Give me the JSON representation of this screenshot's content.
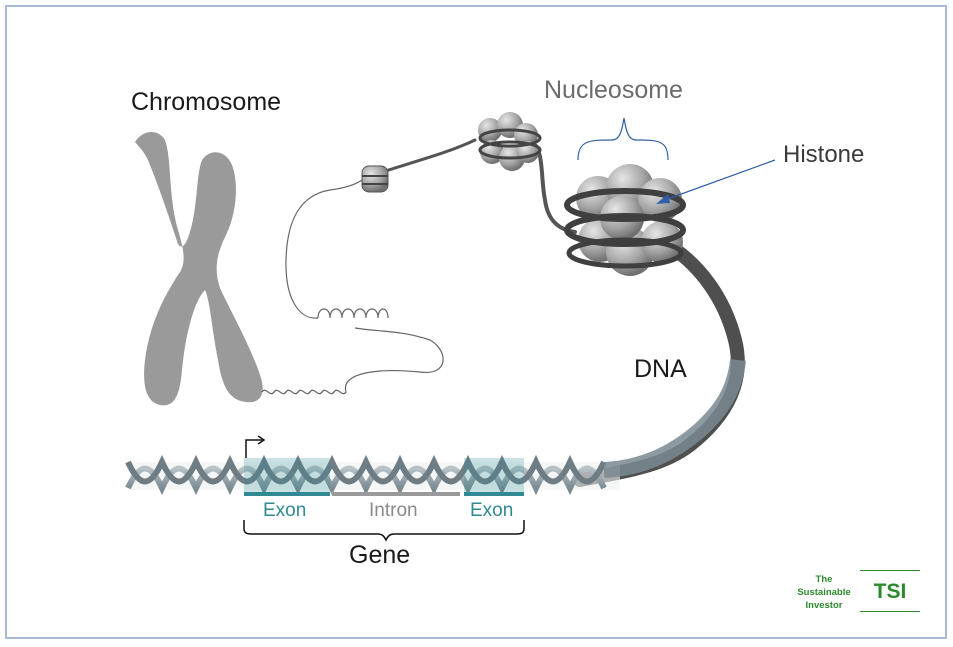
{
  "labels": {
    "chromosome": "Chromosome",
    "nucleosome": "Nucleosome",
    "histone": "Histone",
    "dna": "DNA",
    "exon_1": "Exon",
    "intron": "Intron",
    "exon_2": "Exon",
    "gene": "Gene"
  },
  "logo": {
    "line_1": "The",
    "line_2": "Sustainable",
    "line_3": "Investor",
    "mark": "TSI"
  },
  "colors": {
    "frame": "#a7bbd2",
    "chromosome": "#9a9a9a",
    "fiber": "#555555",
    "helix": "#8c9aa2",
    "exon": "#2f8a93",
    "intron": "#9a9a9a",
    "arrow": "#2f5fa8",
    "logo_green": "#2c8a2c"
  }
}
